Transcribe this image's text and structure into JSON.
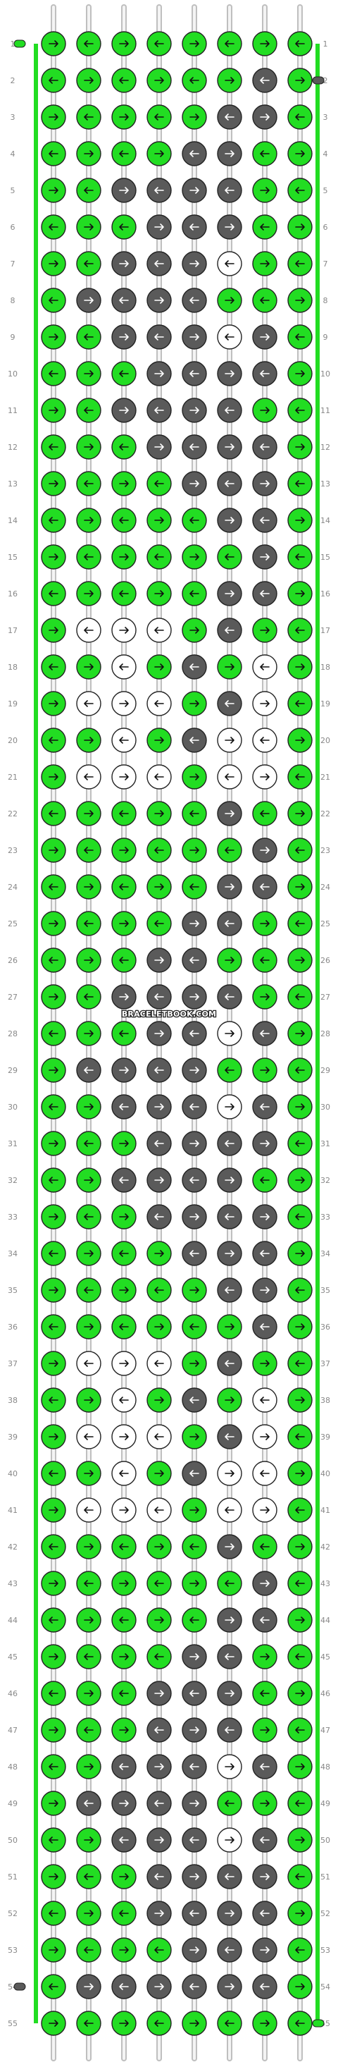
{
  "watermark": "BRACELETBOOK.COM",
  "colors": {
    "A": "#5a5a5a",
    "B": "#ffffff",
    "C": "#ffffff",
    "D": "#22dd22"
  },
  "string_labels": {
    "left_start": "D",
    "right_start": "A"
  },
  "pattern": {
    "rows": 55,
    "knots_per_row": 8,
    "knot_types": "arrow icons: right, left (forward, backward, forward-backward, backward-forward)",
    "knot_color_map": [
      "DDDDDDDD",
      "DDDDDDAD",
      "DDDDDAAD",
      "DDDDAADD",
      "DDAAAADD",
      "DDDAAADD",
      "DDAAACDD",
      "DAAAADDD",
      "DDAAACAD",
      "DDDAAAAD",
      "DDAAAADD",
      "DDDAAAAD",
      "DDDDAAAD",
      "DDDDDAAD",
      "DDDDDDAD",
      "DDDDDAAD",
      "DCCCDADD",
      "DDCDADCD",
      "DCCCDACD",
      "DDCDACCD",
      "DCCCDCCD",
      "DDDDDADD",
      "DDDDDDAD",
      "DDDDDAAD",
      "DDDDAADD",
      "DDDAADDD",
      "DDAAAADD",
      "DDDAACAD",
      "DAAAADDD",
      "DDAAACAD",
      "DDDAAAAD",
      "DDAAAADD",
      "DDDAAAAD",
      "DDDDAAAD",
      "DDDDDAAD",
      "DDDDDDAD",
      "DCCCDADD",
      "DDCDADCD",
      "DCCCDACD",
      "DDCDACCD",
      "DCCCDCCD",
      "DDDDDADD",
      "DDDDDDAD",
      "DDDDDAAD",
      "DDDDAADD",
      "DDDAAADD",
      "DDDAAADD",
      "DDAAACAD",
      "DAAAADDD",
      "DDAAACAD",
      "DDDAAAAD",
      "DDDAAAAD",
      "DDDDAAAD",
      "DAAAAAAD",
      "DDDDDDDD"
    ]
  }
}
